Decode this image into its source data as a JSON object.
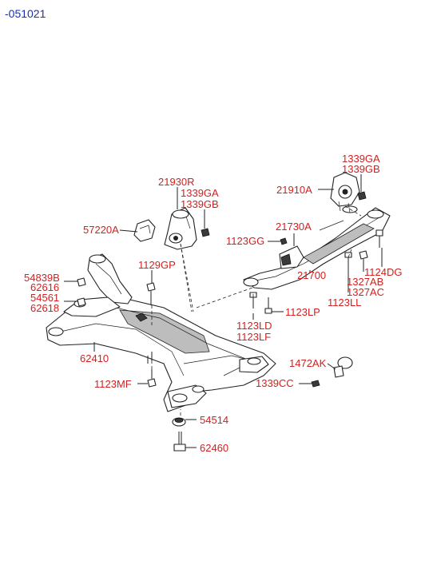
{
  "header": {
    "code": "-051021"
  },
  "labels": {
    "p21930R": "21930R",
    "p1339GA_a": "1339GA",
    "p1339GB_a": "1339GB",
    "p57220A": "57220A",
    "p1129GP": "1129GP",
    "p54839B": "54839B",
    "p62616": "62616",
    "p54561": "54561",
    "p62618": "62618",
    "p62410": "62410",
    "p1123MF": "1123MF",
    "p54514": "54514",
    "p62460": "62460",
    "p1339GA_b": "1339GA",
    "p1339GB_b": "1339GB",
    "p21910A": "21910A",
    "p21730A": "21730A",
    "p1123GG": "1123GG",
    "p1124DG": "1124DG",
    "p1327AB": "1327AB",
    "p1327AC": "1327AC",
    "p21700": "21700",
    "p1123LL": "1123LL",
    "p1123LP": "1123LP",
    "p1123LD": "1123LD",
    "p1123LF": "1123LF",
    "p1472AK": "1472AK",
    "p1339CC": "1339CC"
  }
}
